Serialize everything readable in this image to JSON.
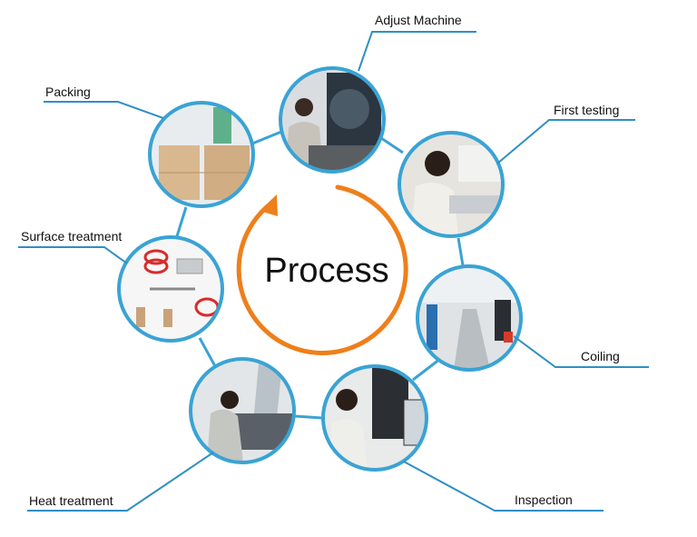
{
  "center": {
    "title": "Process"
  },
  "colors": {
    "ring": "#3aa3d4",
    "leader": "#2f8fc4",
    "arrow": "#ef7f1a",
    "text": "#111111"
  },
  "steps": [
    {
      "id": "adjust-machine",
      "label": "Adjust Machine",
      "icon": "machine-operator-photo"
    },
    {
      "id": "first-testing",
      "label": "First testing",
      "icon": "tester-photo"
    },
    {
      "id": "coiling",
      "label": "Coiling",
      "icon": "workshop-photo"
    },
    {
      "id": "inspection",
      "label": "Inspection",
      "icon": "inspector-photo"
    },
    {
      "id": "heat-treatment",
      "label": "Heat treatment",
      "icon": "furnace-photo"
    },
    {
      "id": "surface-treatment",
      "label": "Surface treatment",
      "icon": "springs-photo"
    },
    {
      "id": "packing",
      "label": "Packing",
      "icon": "boxes-photo"
    }
  ]
}
